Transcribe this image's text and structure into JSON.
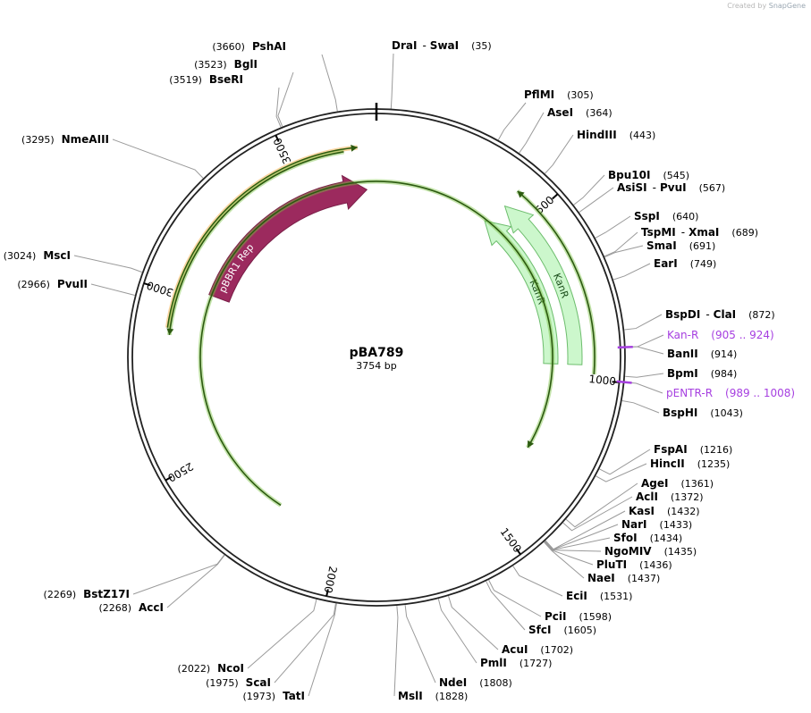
{
  "credit": {
    "prefix": "Created by",
    "brand": "SnapGene"
  },
  "plasmid": {
    "name": "pBA789",
    "size_label": "3754 bp",
    "length": 3754
  },
  "ticks": [
    500,
    1000,
    1500,
    2000,
    2500,
    3000,
    3500
  ],
  "tick_labels": [
    "500",
    "1000",
    "1500",
    "2000",
    "2500",
    "3000",
    "3500"
  ],
  "features": [
    {
      "name": "pBBR1 Rep",
      "kind": "arrow",
      "start": 3030,
      "end": 3720,
      "direction": "forward",
      "color": "#9c2a5e"
    },
    {
      "name": "KanR",
      "kind": "arrow",
      "start": 960,
      "end": 420,
      "direction": "reverse",
      "color": "#ccf7cc"
    },
    {
      "name": "KanR",
      "kind": "arrow",
      "start": 960,
      "end": 400,
      "direction": "reverse",
      "color": "#ccf7cc"
    },
    {
      "name": "",
      "kind": "line",
      "start": 2900,
      "end": 3700,
      "direction": "forward",
      "color": "#f4a431"
    },
    {
      "name": "",
      "kind": "line",
      "start": 3660,
      "end": 2880,
      "direction": "reverse",
      "color": "#7ac143"
    },
    {
      "name": "",
      "kind": "line",
      "start": 985,
      "end": 420,
      "direction": "reverse",
      "color": "#7ac143"
    },
    {
      "name": "",
      "kind": "line",
      "start": 2220,
      "end": 1260,
      "direction": "forward",
      "color": "#7ac143"
    }
  ],
  "sites": [
    {
      "parts": [
        "DraI",
        "SwaI"
      ],
      "pos": "(35)",
      "position": 35
    },
    {
      "parts": [
        "PflMI"
      ],
      "pos": "(305)",
      "position": 305
    },
    {
      "parts": [
        "AseI"
      ],
      "pos": "(364)",
      "position": 364
    },
    {
      "parts": [
        "HindIII"
      ],
      "pos": "(443)",
      "position": 443
    },
    {
      "parts": [
        "Bpu10I"
      ],
      "pos": "(545)",
      "position": 545
    },
    {
      "parts": [
        "AsiSI",
        "PvuI"
      ],
      "pos": "(567)",
      "position": 567
    },
    {
      "parts": [
        "SspI"
      ],
      "pos": "(640)",
      "position": 640
    },
    {
      "parts": [
        "TspMI",
        "XmaI"
      ],
      "pos": "(689)",
      "position": 689
    },
    {
      "parts": [
        "SmaI"
      ],
      "pos": "(691)",
      "position": 691
    },
    {
      "parts": [
        "EarI"
      ],
      "pos": "(749)",
      "position": 749
    },
    {
      "parts": [
        "BspDI",
        "ClaI"
      ],
      "pos": "(872)",
      "position": 872
    },
    {
      "parts": [
        "Kan-R"
      ],
      "pos": "(905 .. 924)",
      "position": 914,
      "primer": true
    },
    {
      "parts": [
        "BanII"
      ],
      "pos": "(914)",
      "position": 914
    },
    {
      "parts": [
        "BpmI"
      ],
      "pos": "(984)",
      "position": 984
    },
    {
      "parts": [
        "pENTR-R"
      ],
      "pos": "(989 .. 1008)",
      "position": 998,
      "primer": true
    },
    {
      "parts": [
        "BspHI"
      ],
      "pos": "(1043)",
      "position": 1043
    },
    {
      "parts": [
        "FspAI"
      ],
      "pos": "(1216)",
      "position": 1216
    },
    {
      "parts": [
        "HincII"
      ],
      "pos": "(1235)",
      "position": 1235
    },
    {
      "parts": [
        "AgeI"
      ],
      "pos": "(1361)",
      "position": 1361
    },
    {
      "parts": [
        "AclI"
      ],
      "pos": "(1372)",
      "position": 1372
    },
    {
      "parts": [
        "KasI"
      ],
      "pos": "(1432)",
      "position": 1432
    },
    {
      "parts": [
        "NarI"
      ],
      "pos": "(1433)",
      "position": 1433
    },
    {
      "parts": [
        "SfoI"
      ],
      "pos": "(1434)",
      "position": 1434
    },
    {
      "parts": [
        "NgoMIV"
      ],
      "pos": "(1435)",
      "position": 1435
    },
    {
      "parts": [
        "PluTI"
      ],
      "pos": "(1436)",
      "position": 1436
    },
    {
      "parts": [
        "NaeI"
      ],
      "pos": "(1437)",
      "position": 1437
    },
    {
      "parts": [
        "EciI"
      ],
      "pos": "(1531)",
      "position": 1531
    },
    {
      "parts": [
        "PciI"
      ],
      "pos": "(1598)",
      "position": 1598
    },
    {
      "parts": [
        "SfcI"
      ],
      "pos": "(1605)",
      "position": 1605
    },
    {
      "parts": [
        "AcuI"
      ],
      "pos": "(1702)",
      "position": 1702
    },
    {
      "parts": [
        "PmlI"
      ],
      "pos": "(1727)",
      "position": 1727
    },
    {
      "parts": [
        "NdeI"
      ],
      "pos": "(1808)",
      "position": 1808
    },
    {
      "parts": [
        "MslI"
      ],
      "pos": "(1828)",
      "position": 1828
    },
    {
      "parts": [
        "TatI"
      ],
      "pos": "(1973)",
      "position": 1973
    },
    {
      "parts": [
        "ScaI"
      ],
      "pos": "(1975)",
      "position": 1975
    },
    {
      "parts": [
        "NcoI"
      ],
      "pos": "(2022)",
      "position": 2022
    },
    {
      "parts": [
        "AccI"
      ],
      "pos": "(2268)",
      "position": 2268
    },
    {
      "parts": [
        "BstZ17I"
      ],
      "pos": "(2269)",
      "position": 2269
    },
    {
      "parts": [
        "PvuII"
      ],
      "pos": "(2966)",
      "position": 2966
    },
    {
      "parts": [
        "MscI"
      ],
      "pos": "(3024)",
      "position": 3024
    },
    {
      "parts": [
        "NmeAIII"
      ],
      "pos": "(3295)",
      "position": 3295
    },
    {
      "parts": [
        "BseRI"
      ],
      "pos": "(3519)",
      "position": 3519
    },
    {
      "parts": [
        "BglI"
      ],
      "pos": "(3523)",
      "position": 3523
    },
    {
      "parts": [
        "PshAI"
      ],
      "pos": "(3660)",
      "position": 3660
    }
  ]
}
